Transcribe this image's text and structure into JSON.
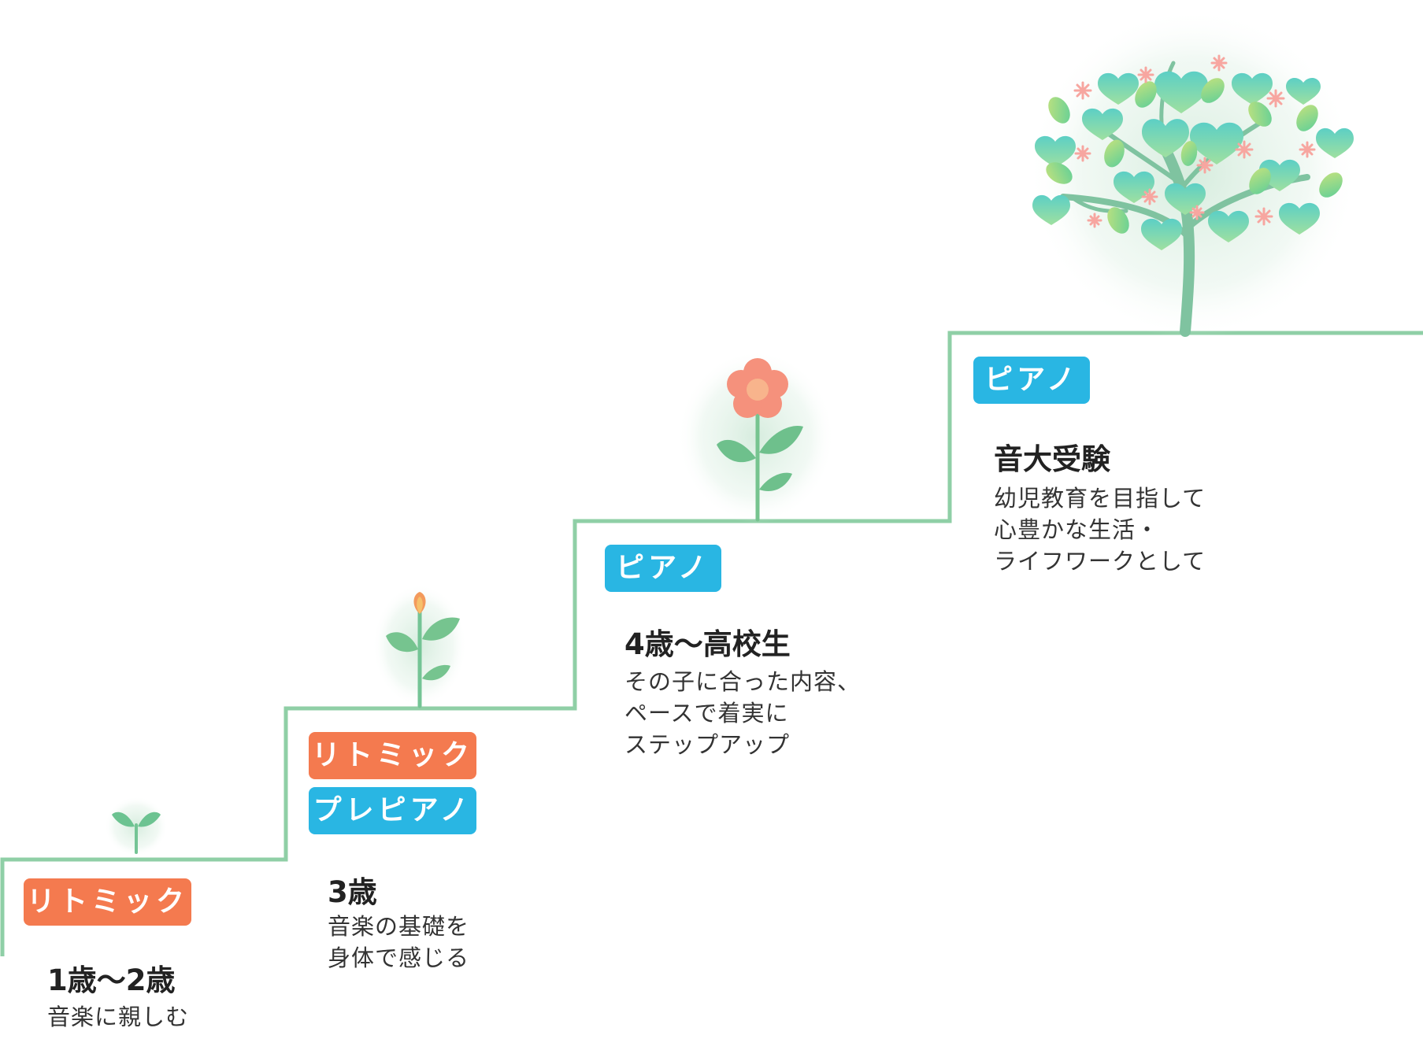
{
  "colors": {
    "stair_line": "#8fcfa6",
    "orange_badge": "#f47a4f",
    "blue_badge": "#29b6e3",
    "heading_text": "#222222",
    "body_text": "#333333"
  },
  "steps": [
    {
      "badges": [
        {
          "label": "リトミック",
          "color": "orange"
        }
      ],
      "age": "1歳〜2歳",
      "description": [
        "音楽に親しむ"
      ],
      "illustration": "sprout-icon"
    },
    {
      "badges": [
        {
          "label": "リトミック",
          "color": "orange"
        },
        {
          "label": "プレピアノ",
          "color": "blue"
        }
      ],
      "age": "3歳",
      "description": [
        "音楽の基礎を",
        "身体で感じる"
      ],
      "illustration": "bud-plant-icon"
    },
    {
      "badges": [
        {
          "label": "ピアノ",
          "color": "blue"
        }
      ],
      "age": "4歳〜高校生",
      "description": [
        "その子に合った内容、",
        "ペースで着実に",
        "ステップアップ"
      ],
      "illustration": "flower-icon"
    },
    {
      "badges": [
        {
          "label": "ピアノ",
          "color": "blue"
        }
      ],
      "age": "音大受験",
      "description": [
        "幼児教育を目指して",
        "心豊かな生活・",
        "ライフワークとして"
      ],
      "illustration": "heart-tree-icon"
    }
  ]
}
